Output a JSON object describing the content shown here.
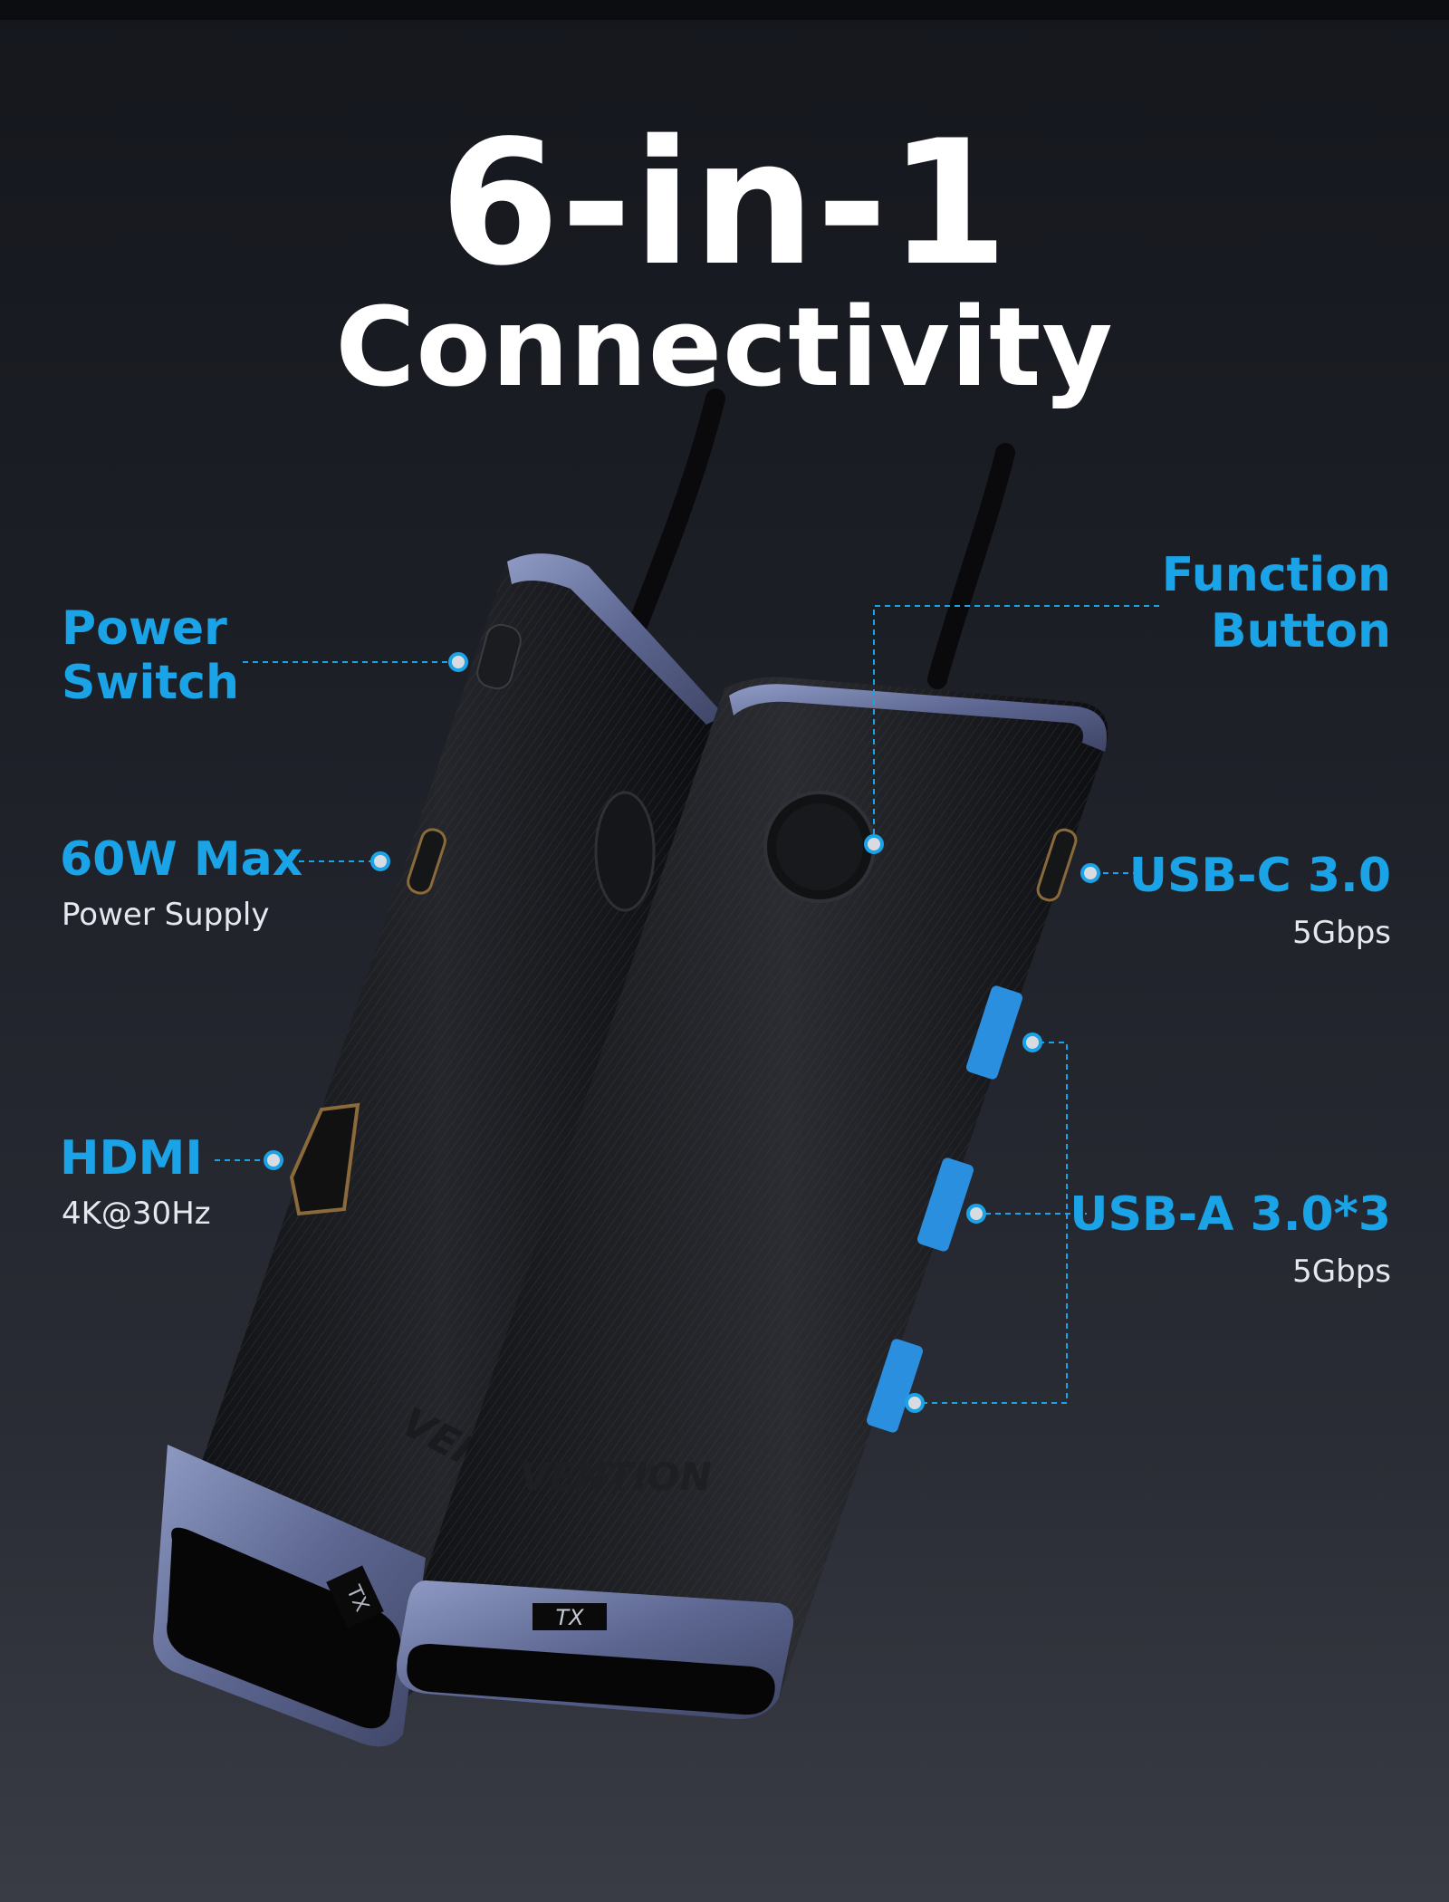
{
  "headline": {
    "line1": "6-in-1",
    "line2": "Connectivity"
  },
  "labels": {
    "power_switch": {
      "line1": "Power",
      "line2": "Switch"
    },
    "power_supply": {
      "title": "60W Max",
      "sub": "Power Supply"
    },
    "hdmi": {
      "title": "HDMI",
      "sub": "4K@30Hz"
    },
    "function_button": {
      "line1": "Function",
      "line2": "Button"
    },
    "usb_c": {
      "title": "USB-C 3.0",
      "sub": "5Gbps"
    },
    "usb_a": {
      "title": "USB-A 3.0*3",
      "sub": "5Gbps"
    }
  },
  "product": {
    "brand": "VENTION",
    "tag_left": "TX",
    "tag_right": "TX"
  },
  "colors": {
    "accent": "#1aa3e6",
    "background": "#1d1f27",
    "headline": "#ffffff"
  }
}
